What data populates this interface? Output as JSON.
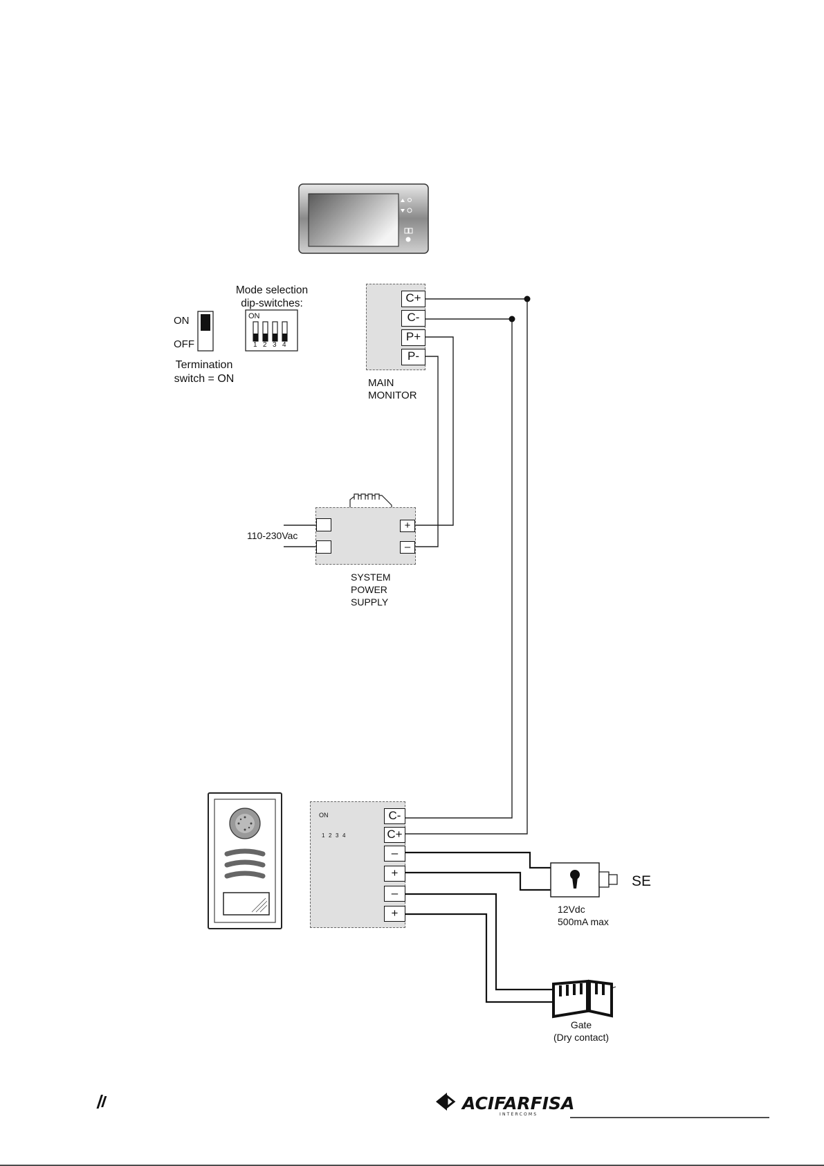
{
  "switch_panel": {
    "on_label": "ON",
    "off_label": "OFF",
    "termination_label": "Termination\nswitch = ON",
    "mode_label": "Mode selection\ndip-switches:",
    "dip_on": "ON",
    "dip_numbers": [
      "1",
      "2",
      "3",
      "4"
    ]
  },
  "main_monitor": {
    "label": "MAIN\nMONITOR",
    "terminals": [
      "C+",
      "C-",
      "P+",
      "P-"
    ]
  },
  "power_supply": {
    "input_label": "110-230Vac",
    "label": "SYSTEM\nPOWER\nSUPPLY",
    "plus": "+",
    "minus": "–"
  },
  "door_station": {
    "terminals": [
      "C-",
      "C+",
      "–",
      "+",
      "–",
      "+"
    ],
    "dip_on": "ON",
    "dip_numbers": [
      "1",
      "2",
      "3",
      "4"
    ]
  },
  "lock": {
    "tag": "SE",
    "spec": "12Vdc\n500mA max"
  },
  "gate": {
    "label": "Gate\n(Dry contact)"
  },
  "footer": {
    "brand": "ACIFARFISA",
    "brand_sub": "INTERCOMS"
  }
}
